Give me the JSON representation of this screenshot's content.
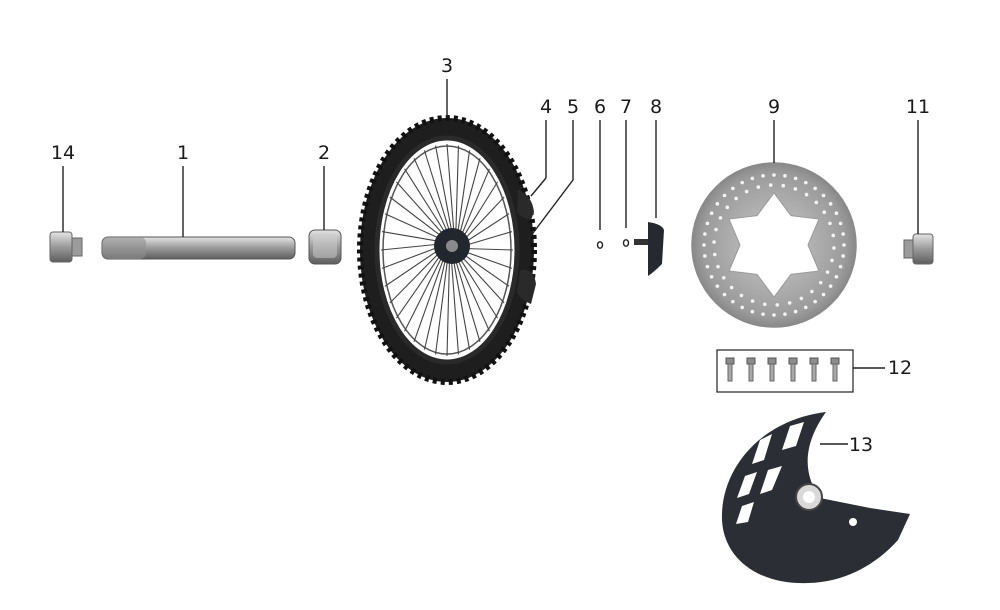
{
  "diagram": {
    "type": "exploded parts diagram",
    "parts": [
      {
        "id": "part-1",
        "number": "1",
        "icon": "axle-icon"
      },
      {
        "id": "part-2",
        "number": "2",
        "icon": "spacer-icon"
      },
      {
        "id": "part-3",
        "number": "3",
        "icon": "wheel-icon"
      },
      {
        "id": "part-4",
        "number": "4",
        "icon": "bearing-seal-icon"
      },
      {
        "id": "part-5",
        "number": "5",
        "icon": "bearing-seal-icon"
      },
      {
        "id": "part-6",
        "number": "6",
        "icon": "o-ring-icon"
      },
      {
        "id": "part-7",
        "number": "7",
        "icon": "o-ring-icon"
      },
      {
        "id": "part-8",
        "number": "8",
        "icon": "speed-sensor-icon"
      },
      {
        "id": "part-9",
        "number": "9",
        "icon": "brake-disc-icon"
      },
      {
        "id": "part-11",
        "number": "11",
        "icon": "axle-nut-icon"
      },
      {
        "id": "part-12",
        "number": "12",
        "icon": "bolt-set-icon"
      },
      {
        "id": "part-13",
        "number": "13",
        "icon": "disc-guard-icon"
      },
      {
        "id": "part-14",
        "number": "14",
        "icon": "bolt-icon"
      }
    ]
  },
  "colors": {
    "label": "#1a1a1a",
    "metal": "#b9b9b9",
    "tire": "#1e1e1e",
    "guard": "#2b2f35",
    "disc": "#a6a6a6"
  }
}
